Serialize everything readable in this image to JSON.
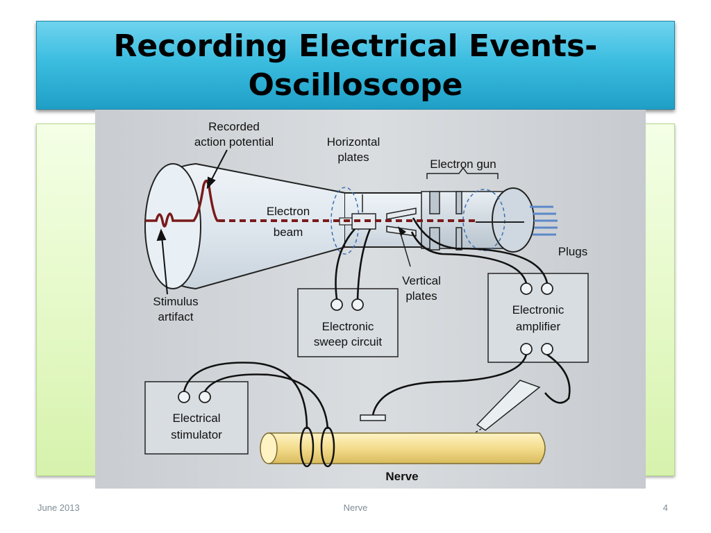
{
  "slide": {
    "title_line1": "Recording Electrical Events-",
    "title_line2": "Oscilloscope"
  },
  "diagram": {
    "labels": {
      "recorded_ap_line1": "Recorded",
      "recorded_ap_line2": "action potential",
      "horizontal_plates_line1": "Horizontal",
      "horizontal_plates_line2": "plates",
      "electron_gun": "Electron gun",
      "electron_beam_line1": "Electron",
      "electron_beam_line2": "beam",
      "plugs": "Plugs",
      "vertical_plates_line1": "Vertical",
      "vertical_plates_line2": "plates",
      "stimulus_artifact_line1": "Stimulus",
      "stimulus_artifact_line2": "artifact",
      "sweep_circuit_line1": "Electronic",
      "sweep_circuit_line2": "sweep circuit",
      "amplifier_line1": "Electronic",
      "amplifier_line2": "amplifier",
      "stimulator_line1": "Electrical",
      "stimulator_line2": "stimulator",
      "nerve": "Nerve"
    }
  },
  "footer": {
    "date": "June 2013",
    "topic": "Nerve",
    "page": "4"
  }
}
